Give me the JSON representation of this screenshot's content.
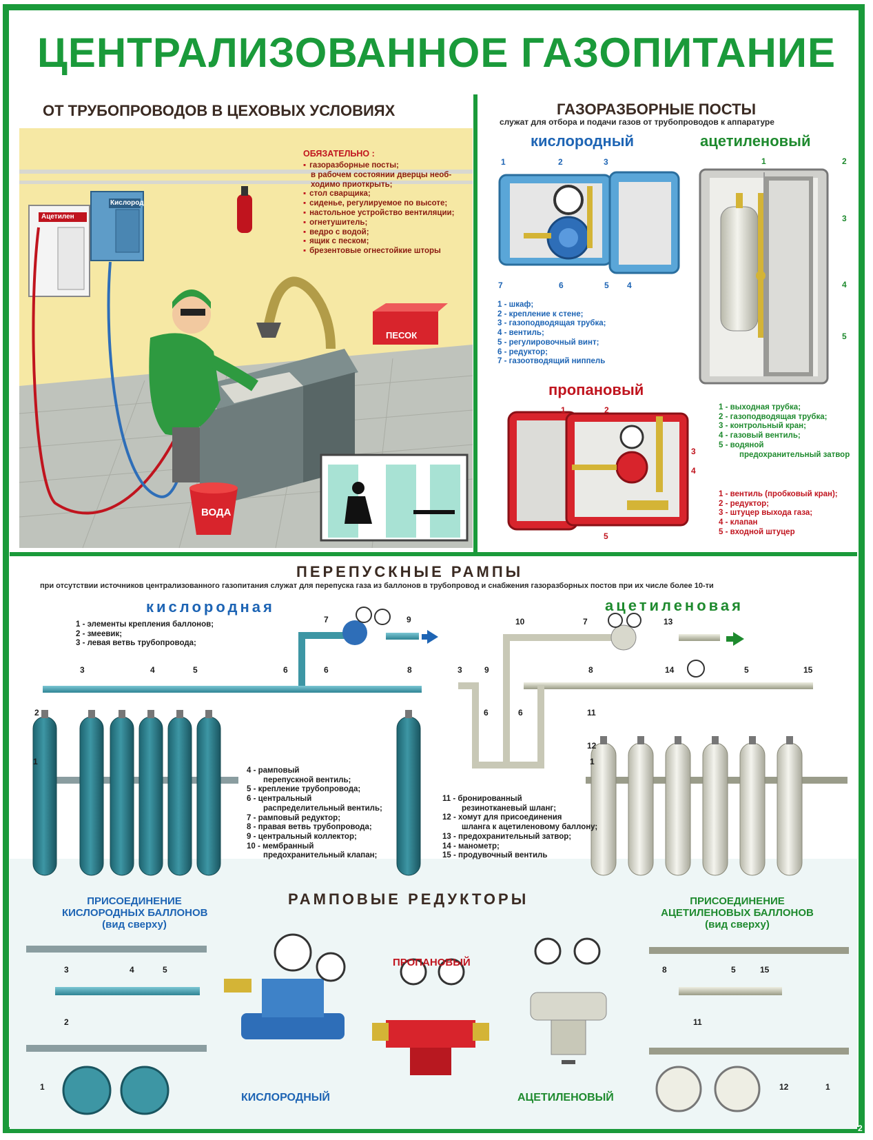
{
  "title": "ЦЕНТРАЛИЗОВАННОЕ ГАЗОПИТАНИЕ",
  "page_number": "2",
  "workshop": {
    "heading": "ОТ ТРУБОПРОВОДОВ В ЦЕХОВЫХ УСЛОВИЯХ",
    "mandatory_title": "ОБЯЗАТЕЛЬНО :",
    "mandatory_items": [
      "газоразборные посты;",
      "в рабочем состоянии дверцы необ-",
      "ходимо приоткрыть;",
      "стол сварщика;",
      "сиденье, регулируемое по высоте;",
      "настольное устройство вентиляции;",
      "огнетушитель;",
      "ведро с водой;",
      "ящик с песком;",
      "брезентовые огнестойкие шторы"
    ],
    "cabinet_labels": {
      "acetylene": "Ацетилен",
      "oxygen": "Кислород"
    },
    "sand_label": "ПЕСОК",
    "bucket_label": "ВОДА"
  },
  "posts": {
    "heading": "ГАЗОРАЗБОРНЫЕ ПОСТЫ",
    "subtitle": "служат для отбора и подачи газов от трубопроводов к аппаратуре",
    "oxygen": {
      "label": "кислородный",
      "legend": [
        "1 - шкаф;",
        "2 - крепление к стене;",
        "3 - газоподводящая трубка;",
        "4 - вентиль;",
        "5 - регулировочный винт;",
        "6 - редуктор;",
        "7 - газоотводящий ниппель"
      ]
    },
    "acetylene": {
      "label": "ацетиленовый",
      "legend": [
        "1 - выходная трубка;",
        "2 - газоподводящая трубка;",
        "3 - контрольный кран;",
        "4 - газовый вентиль;",
        "5 - водяной",
        "предохранительный затвор"
      ]
    },
    "propane": {
      "label": "пропановый",
      "legend": [
        "1 - вентиль (пробковый кран);",
        "2 - редуктор;",
        "3 - штуцер выхода газа;",
        "4 - клапан",
        "5 - входной штуцер"
      ]
    }
  },
  "ramps": {
    "heading": "ПЕРЕПУСКНЫЕ РАМПЫ",
    "subtitle": "при отсутствии источников централизованного газопитания служат для перепуска газа из баллонов в трубопровод и снабжения газоразборных постов при их числе более 10-ти",
    "oxygen_label": "кислородная",
    "acetylene_label": "ацетиленовая",
    "legend_top": [
      "1 - элементы крепления баллонов;",
      "2 - змеевик;",
      "3 - левая ветвь трубопровода;"
    ],
    "legend_mid": [
      "4 - рамповый",
      "перепускной вентиль;",
      "5 - крепление трубопровода;",
      "6 - центральный",
      "распределительный вентиль;",
      "7 - рамповый редуктор;",
      "8 - правая ветвь трубопровода;",
      "9 - центральный коллектор;",
      "10 - мембранный",
      "предохранительный клапан;"
    ],
    "legend_right": [
      "11 - бронированный",
      "резинотканевый шланг;",
      "12 - хомут для присоединения",
      "шланга к ацетиленовому баллону;",
      "13 - предохранительный затвор;",
      "14 - манометр;",
      "15 - продувочный вентиль"
    ]
  },
  "reducers": {
    "heading": "РАМПОВЫЕ РЕДУКТОРЫ",
    "oxygen_connection": [
      "ПРИСОЕДИНЕНИЕ",
      "КИСЛОРОДНЫХ БАЛЛОНОВ",
      "(вид сверху)"
    ],
    "acetylene_connection": [
      "ПРИСОЕДИНЕНИЕ",
      "АЦЕТИЛЕНОВЫХ БАЛЛОНОВ",
      "(вид сверху)"
    ],
    "oxygen_label": "КИСЛОРОДНЫЙ",
    "propane_label": "ПРОПАНОВЫЙ",
    "acetylene_label": "АЦЕТИЛЕНОВЫЙ"
  },
  "colors": {
    "frame_green": "#1a9a3a",
    "oxygen_blue": "#1d64b4",
    "propane_red": "#c0141e",
    "acetylene_white": "#e4e4dc"
  }
}
